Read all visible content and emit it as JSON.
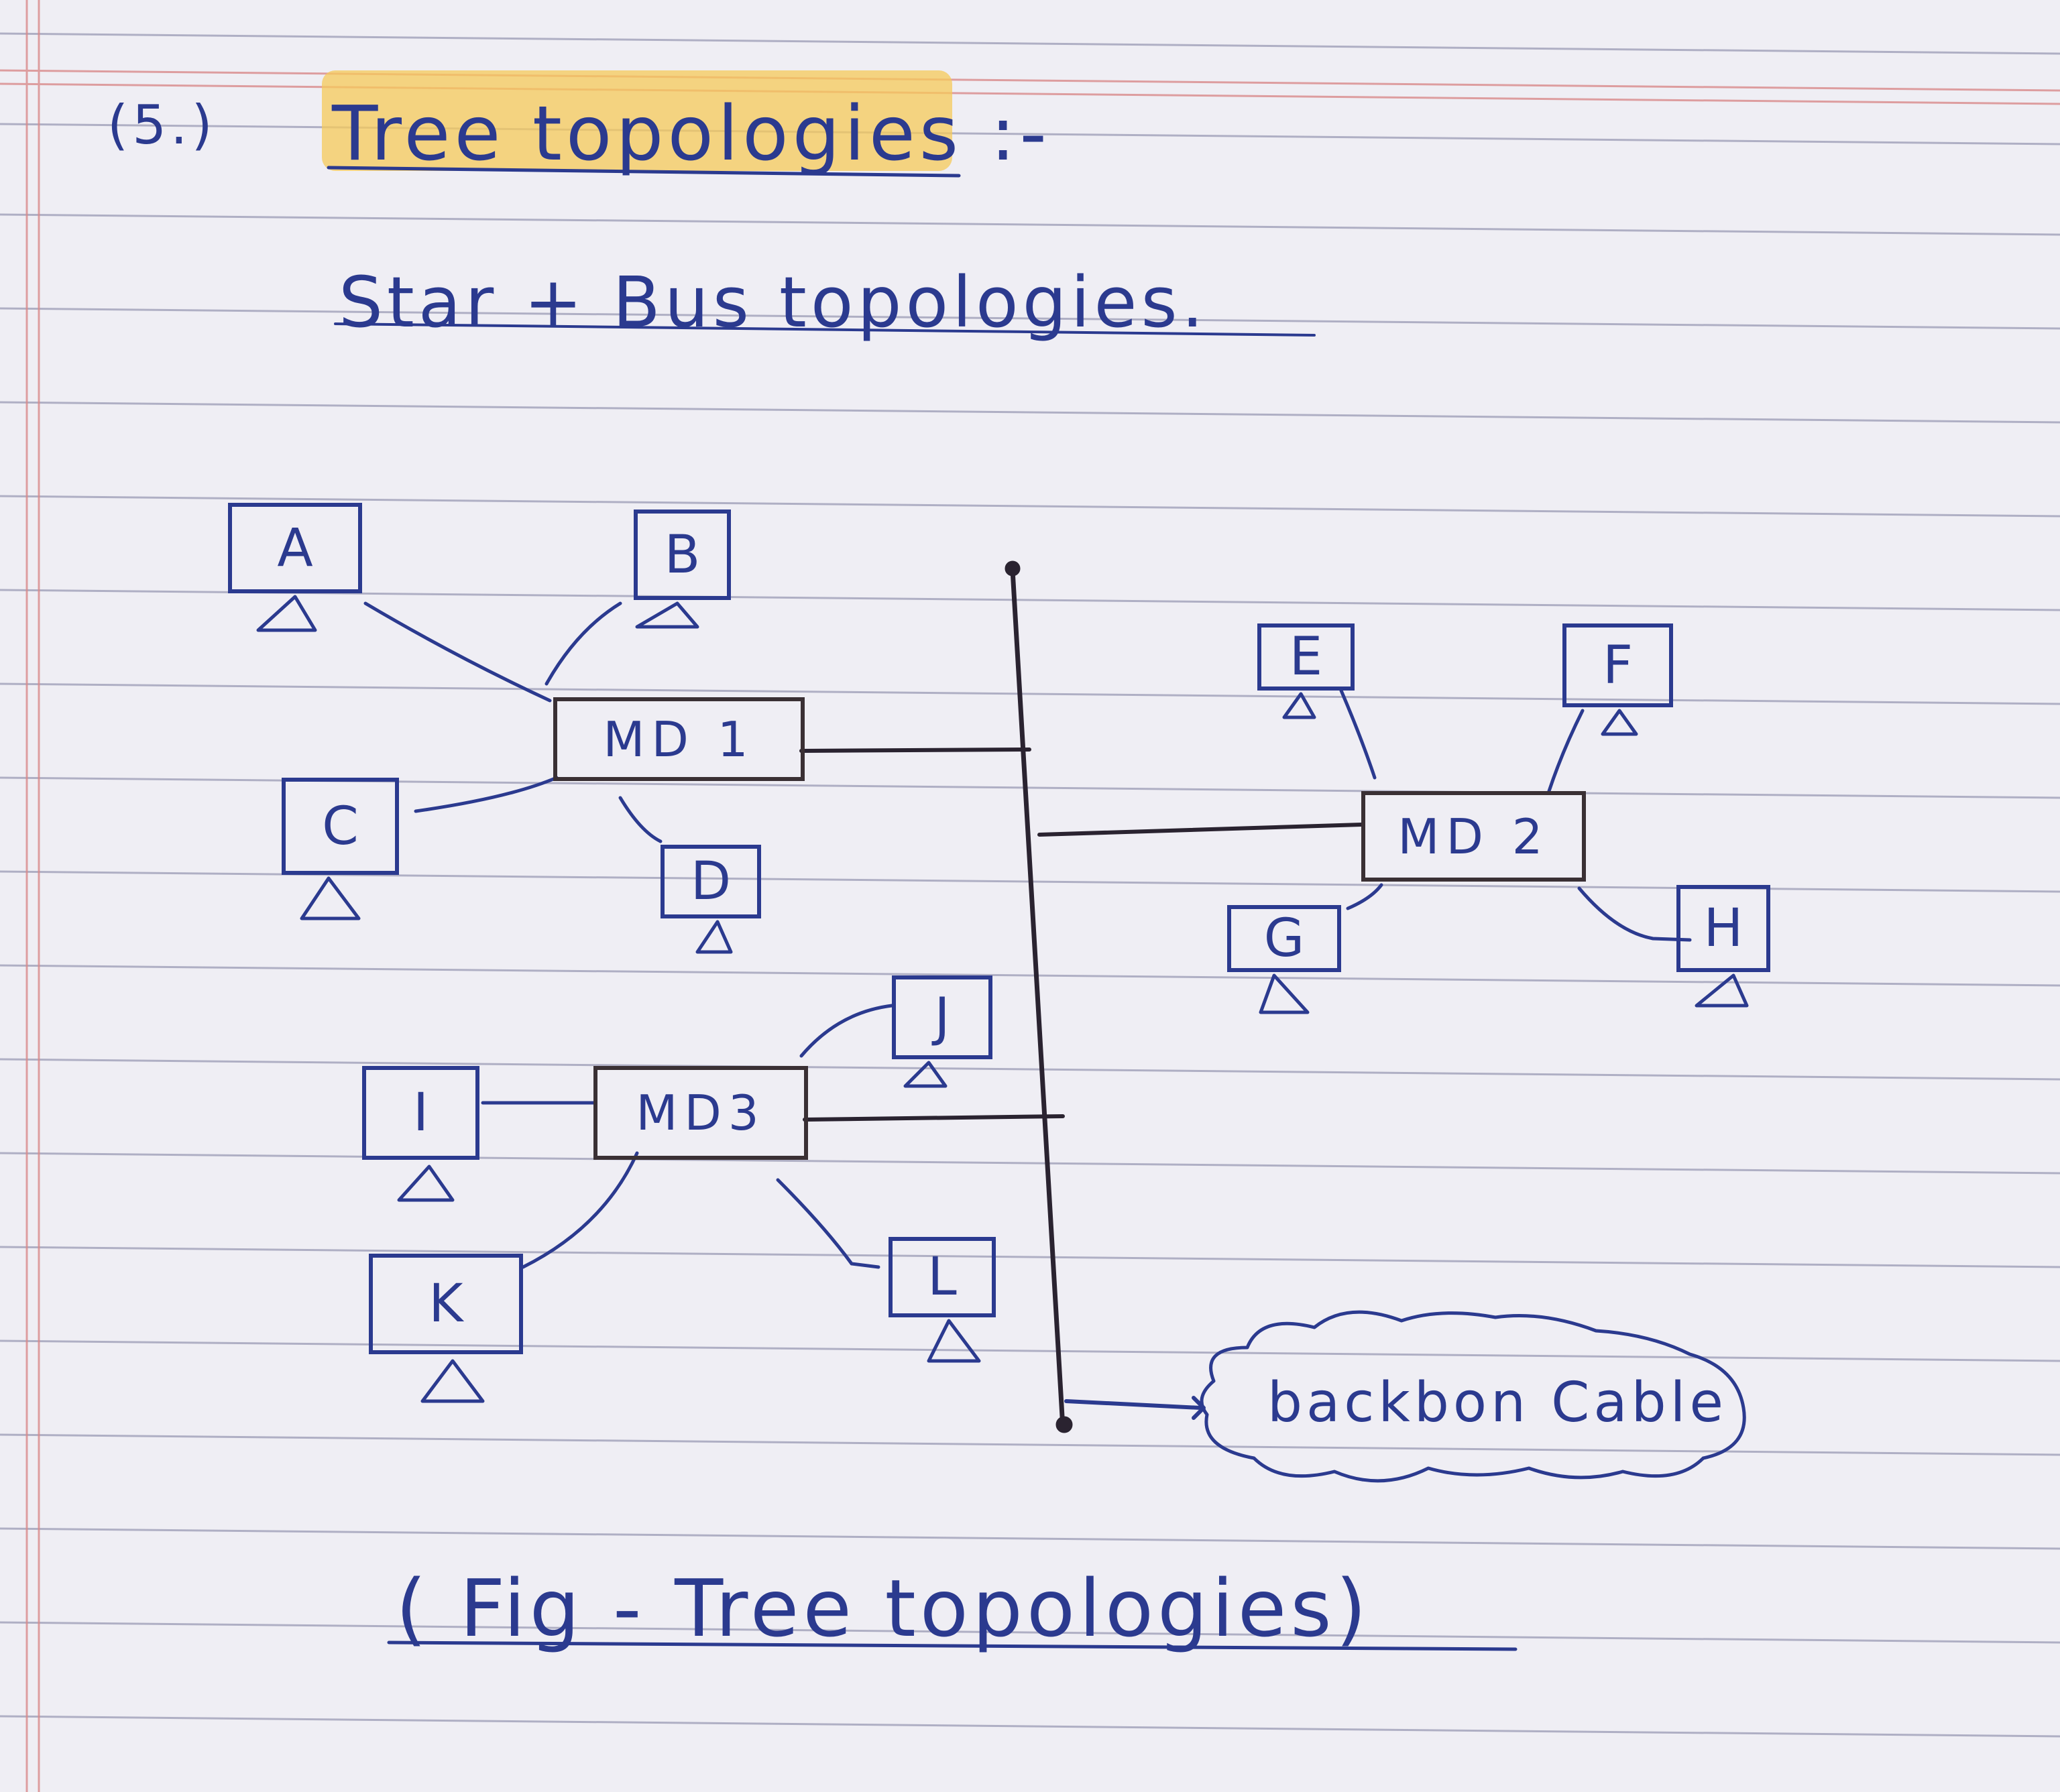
{
  "heading": {
    "number": "(5.)",
    "title": "Tree topologies :-"
  },
  "subtitle": "Star + Bus topologies.",
  "diagram": {
    "hubs": {
      "md1": "MD 1",
      "md2": "MD 2",
      "md3": "MD3"
    },
    "nodes": {
      "a": "A",
      "b": "B",
      "c": "C",
      "d": "D",
      "e": "E",
      "f": "F",
      "g": "G",
      "h": "H",
      "i": "I",
      "j": "J",
      "k": "K",
      "l": "L"
    },
    "backbone_label": "backbon Cable"
  },
  "caption": "( Fig - Tree topologies)",
  "colors": {
    "ink": "#2b3a8f",
    "pencil": "#2a2330",
    "highlight": "#f6c95a",
    "rule_line": "#8a8aa8",
    "margin_line": "#d98a8a",
    "paper": "#efeef4"
  }
}
